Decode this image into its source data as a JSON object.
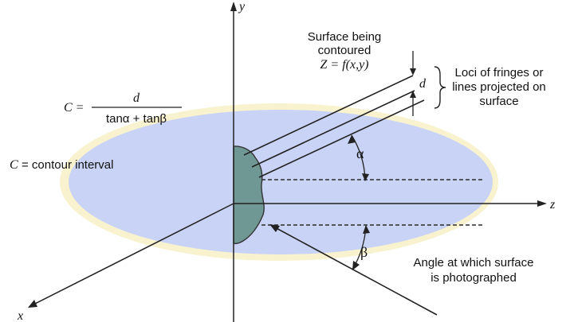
{
  "axes": {
    "x": "x",
    "y": "y",
    "z": "z"
  },
  "surface_label": {
    "line1": "Surface being",
    "line2": "contoured",
    "equation": "Z = f(x,y)"
  },
  "loci_label": {
    "line1": "Loci of fringes or",
    "line2": "lines projected on",
    "line3": "surface",
    "spacing": "d"
  },
  "formula": {
    "lhs": "C =",
    "numerator": "d",
    "denominator": "tanα + tanβ"
  },
  "contour_interval": {
    "symbol": "C",
    "text": "= contour interval"
  },
  "angles": {
    "alpha": "α",
    "beta": "β"
  },
  "photo_label": {
    "line1": "Angle at which surface",
    "line2": "is photographed"
  },
  "colors": {
    "ellipse_fill": "#c9d3f6",
    "ellipse_rim": "#f9f2cf",
    "surface_fill": "#6f9894",
    "axis": "#222222",
    "dashed": "#2b2b2b"
  }
}
